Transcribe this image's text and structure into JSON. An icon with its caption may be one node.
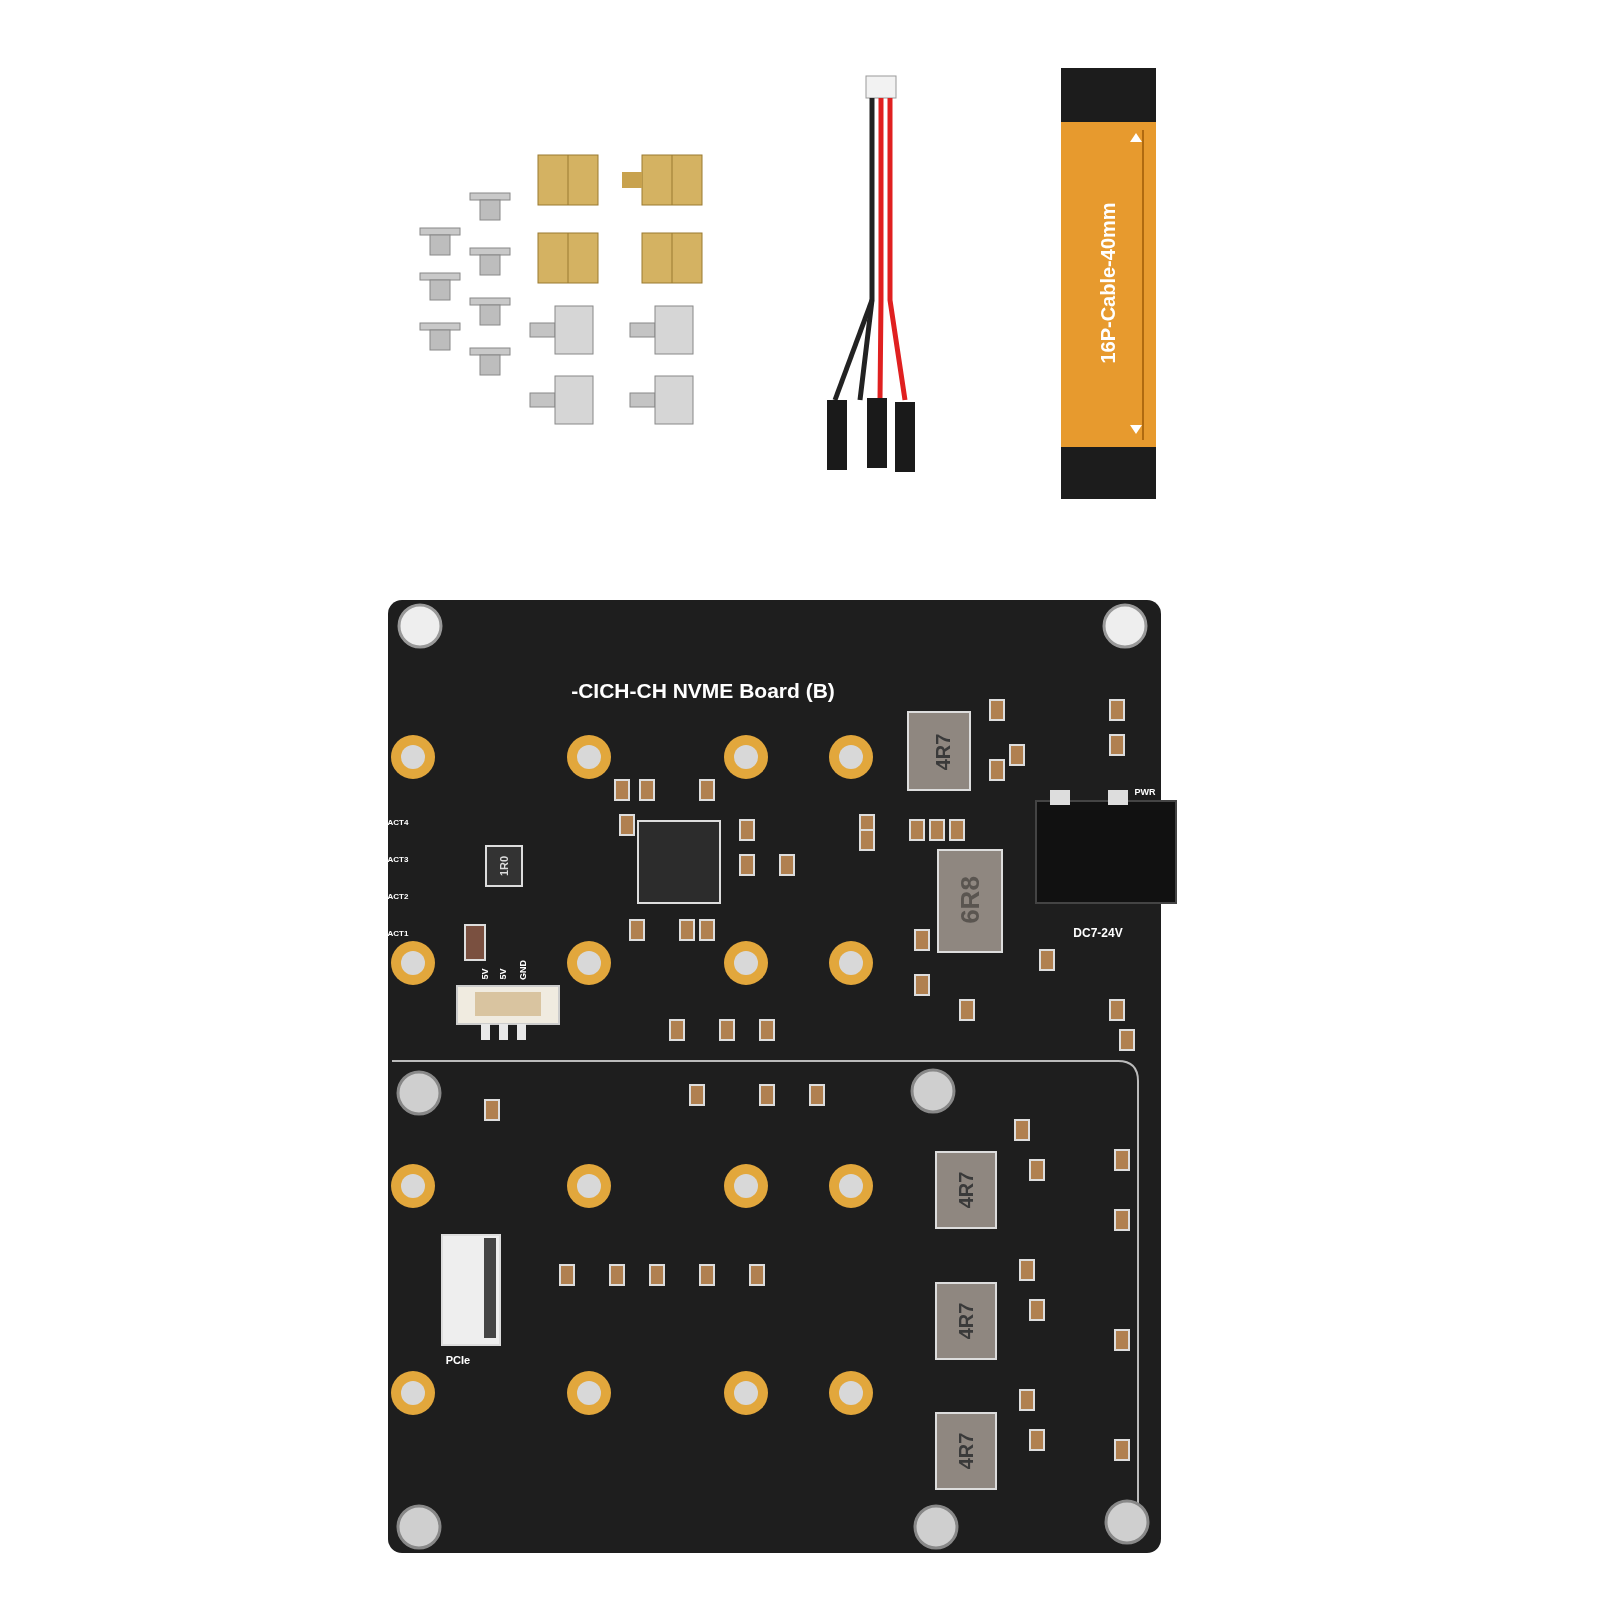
{
  "diagram": {
    "labels": [
      "16P-Cable-40mm",
      "-CICH-CH NVME Board (B)",
      "4R7",
      "PWR",
      "ACT4",
      "ACT3",
      "ACT2",
      "ACT1",
      "1R0",
      "6R8",
      "DC7-24V",
      "5V",
      "5V",
      "GND",
      "4R7",
      "4R7",
      "PCIe",
      "4R7"
    ]
  }
}
